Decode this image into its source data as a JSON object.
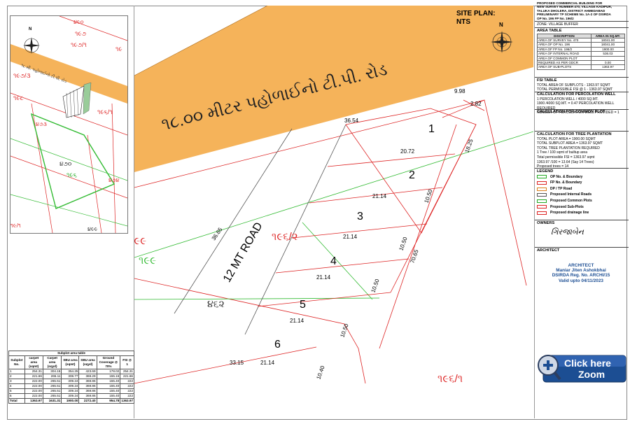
{
  "title_block": {
    "lines": [
      "PROPOSED COMMERCIAL BUILDING FOR",
      "NEW SURVEY NUMBER 470, VILLAGE KADIPUR,",
      "TALUKA DHOLERA, DISTRICT AHMEDABAD",
      "PRELIMINARY TP SCHEME No. 1A-2 OF DSIRDA",
      "OP No. 196          FP No. 196/2"
    ],
    "zone": "ZONE: VILLAGE BUFFER"
  },
  "area_table": {
    "heading": "AREA TABLE",
    "col_desc": "DISCRIPTION",
    "col_area": "AREA IN SQ.MT.",
    "rows": [
      {
        "desc": "AREA OF SURVEY No. 470",
        "value": "18041.00"
      },
      {
        "desc": "AREA OF OP No. 196",
        "value": "18041.00"
      },
      {
        "desc": "AREA OF FP No. 196/2",
        "value": "1900.00"
      },
      {
        "desc": "AREA OF INTERNAL ROAD",
        "value": "536.03"
      },
      {
        "desc": "AREA OF COMMON PLOT",
        "value": ""
      },
      {
        "desc": "REQUIRED AS PER GDCR",
        "value": "0.00"
      },
      {
        "desc": "AREA OF SUB-PLOTS",
        "value": "1363.97"
      }
    ]
  },
  "fsi_table": {
    "heading": "FSI TABLE",
    "lines": [
      "TOTAL AREA OF SUBPLOTS - 1363.97 SQMT",
      "TOTAL PERMISSIBLE FSI @ 1 - 1363.97 SQMT"
    ]
  },
  "percolation": {
    "heading": "CALCULATION FOR PERCOLATION WELL",
    "lines": [
      "1 PERCOLATION WELL / 4000 SQ.MT.",
      "1900 /4000 SQ.MT. = 0.47 PERCOLATION WELL REQUIRED",
      "NUMBER OF PERCOLATION WELL PROVIDED = 1"
    ]
  },
  "common_plot": {
    "heading": "CALCULATION FOR COMMON PLOT"
  },
  "tree": {
    "heading": "CALCULATION FOR TREE PLANTATION",
    "lines": [
      "TOTAL PLOT AREA = 1900.00 SQMT",
      "TOTAL SUBPLOT AREA = 1363.97 SQMT",
      "TOTAL TREE PLANTATION REQUIRED",
      "1 Tree / 100 sqmt of builtup area",
      "Total permissible FSI = 1363.97 sqmt",
      "1363.97 /100 = 13.64 (Say 14 Trees)",
      "Proposed trees = 14"
    ]
  },
  "legend": {
    "heading": "LEGEND",
    "items": [
      {
        "label": "OP No. & Boundary",
        "color": "#22aa22"
      },
      {
        "label": "FP No. & Boundary",
        "color": "#dd2222"
      },
      {
        "label": "DP / TP Road",
        "color": "#d9801a"
      },
      {
        "label": "Proposed Internal Roads",
        "color": "#555555"
      },
      {
        "label": "Proposed Common Plots",
        "color": "#22aa22"
      },
      {
        "label": "Proposed Sub-Plots",
        "color": "#dd2222"
      },
      {
        "label": "Proposed drainage line",
        "color": "#dd2222"
      }
    ]
  },
  "owners": {
    "heading": "OWNERS",
    "signature": "ગિરજાબેન"
  },
  "architect": {
    "heading": "ARCHITECT",
    "stamp_title": "ARCHITECT",
    "name": "Maniar Jiten Ashokbhai",
    "reg": "DSIRDA Reg. No. ARCHI/15",
    "valid": "Valid upto 04/11/2023"
  },
  "site_plan": {
    "title": "SITE PLAN:",
    "scale": "NTS",
    "road_name": "૧૮.૦૦ મીટર પહોળાઈનો ટી.પી. રોડ",
    "internal_road": "12 MT ROAD",
    "fp_label": "૧૯૬/૨",
    "op_label": "૧૯૯",
    "neighbor_op": "૧૯૯",
    "neighbor_fp": "૧૯૬/૧",
    "sn_label": "૪૬૨",
    "north": "N",
    "plot_numbers": [
      "1",
      "2",
      "3",
      "4",
      "5",
      "6"
    ],
    "dims": [
      "9.98",
      "2.82",
      "36.54",
      "20.72",
      "18.25",
      "21.14",
      "10.50",
      "21.14",
      "10.50",
      "21.14",
      "10.50",
      "70.65",
      "21.14",
      "10.50",
      "21.14",
      "10.40",
      "33.15",
      "36.65"
    ]
  },
  "key_map": {
    "labels": [
      "૪૯૦",
      "૧૯૭",
      "૧૯૭/૧",
      "૧૯",
      "૧૯૭/૩",
      "૧૯૮",
      "૧૯૬/૧",
      "૪૭૩",
      "૪૭૦",
      "૧૯૬",
      "૪૭૪",
      "૪૯૯",
      "૧૯/૧"
    ],
    "road_text": "૧૮ મી. પહોળાઈનો ટી.પી. રોડ",
    "north": "N"
  },
  "subplot_table": {
    "title": "Subplot area table",
    "headers": [
      "Subplot No.",
      "carpet area (sqmt)",
      "Carpet area (sqyd)",
      "SBU area (sqmt)",
      "SBU area (sqyd)",
      "Ground Coverage @ 70%",
      "FSI @ 1"
    ],
    "rows": [
      [
        "1",
        "254.31",
        "304.15",
        "354.25",
        "423.69",
        "178.02",
        "254.31"
      ],
      [
        "2",
        "221.66",
        "265.11",
        "308.77",
        "369.29",
        "155.16",
        "221.66"
      ],
      [
        "3",
        "222.00",
        "265.51",
        "309.24",
        "369.86",
        "155.40",
        "222"
      ],
      [
        "4",
        "222.00",
        "265.51",
        "309.24",
        "369.86",
        "155.40",
        "222"
      ],
      [
        "5",
        "222.00",
        "265.51",
        "309.24",
        "369.86",
        "155.40",
        "222"
      ],
      [
        "6",
        "222.00",
        "265.51",
        "309.24",
        "369.86",
        "155.40",
        "222"
      ]
    ],
    "total": [
      "Total",
      "1363.97",
      "1631.31",
      "1900.00",
      "2272.40",
      "954.78",
      "1363.97"
    ]
  },
  "zoom_button": {
    "line1": "Click here",
    "line2": "Zoom"
  },
  "colors": {
    "road": "#f5b35a",
    "fp": "#dd2222",
    "op": "#33bb33",
    "blue": "#1c4e93"
  }
}
